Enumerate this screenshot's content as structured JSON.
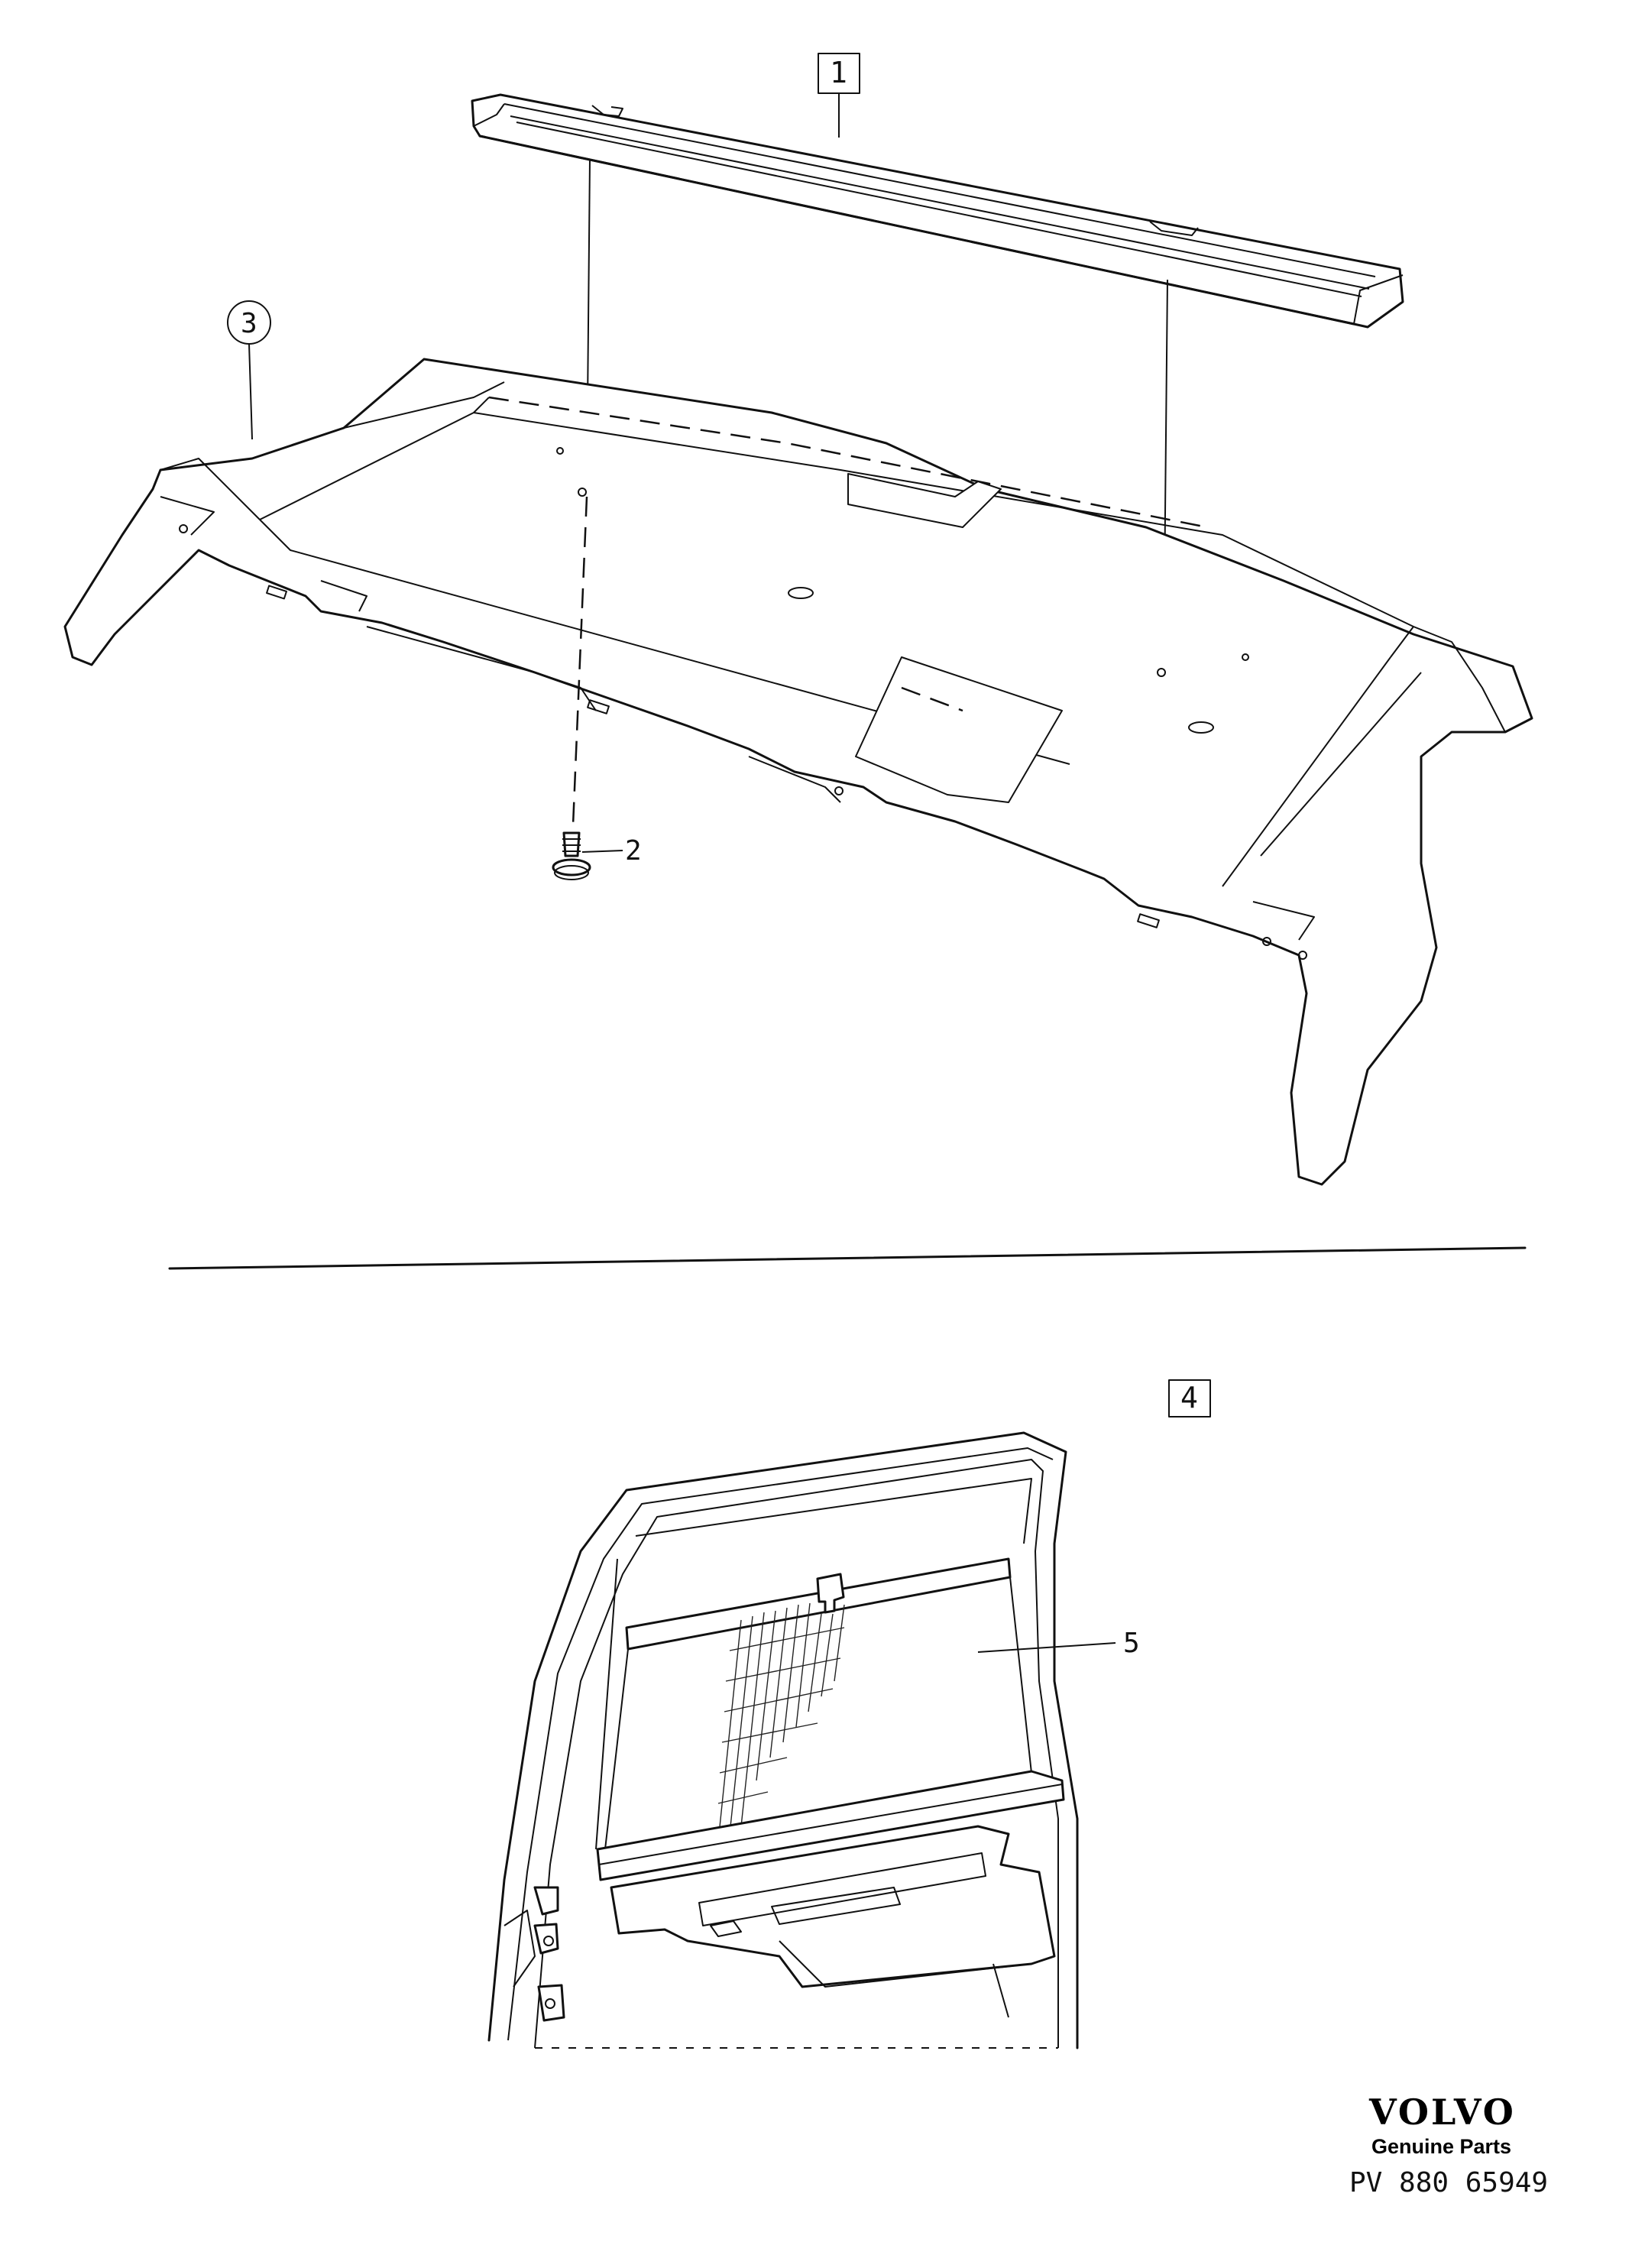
{
  "callouts": {
    "c1": "1",
    "c2": "2",
    "c3": "3",
    "c4": "4",
    "c5": "5"
  },
  "brand": {
    "name": "VOLVO",
    "tagline": "Genuine Parts",
    "reference": "PV 880 65949"
  },
  "colors": {
    "ink": "#111111",
    "paper": "#ffffff"
  }
}
